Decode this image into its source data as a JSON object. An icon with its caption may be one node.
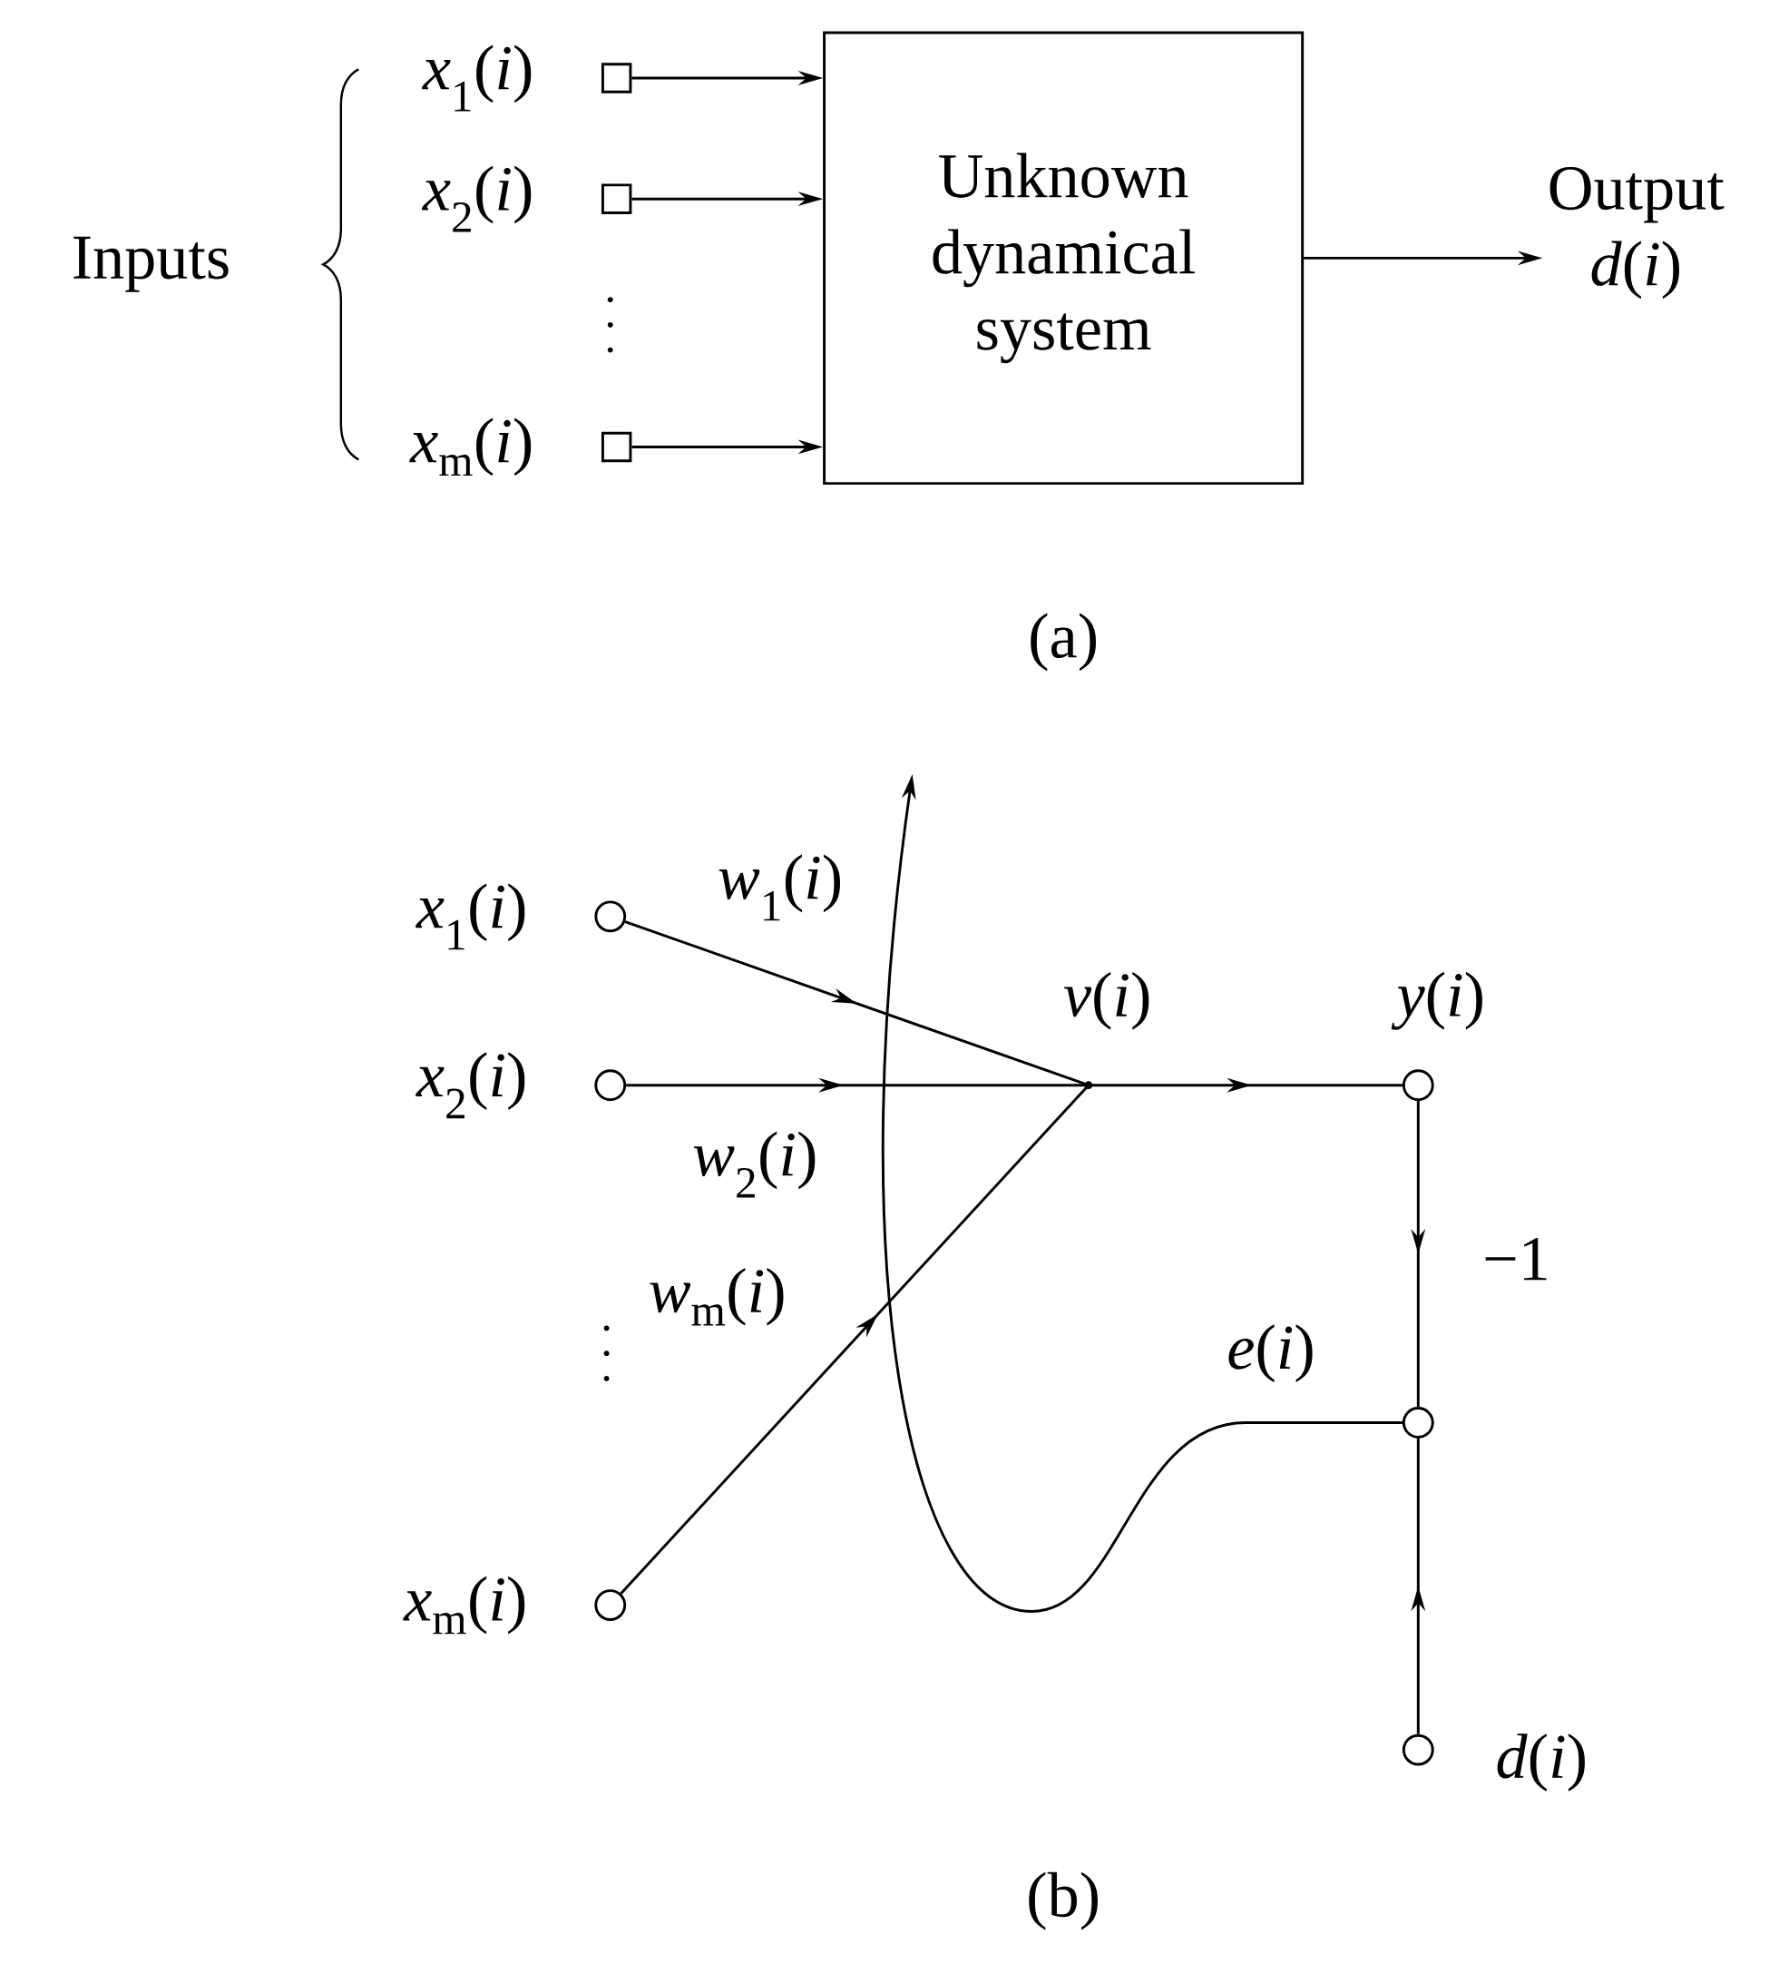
{
  "diagram": {
    "nodes": [
      {
        "text": [
          "Unknown dynamical system"
        ]
      },
      {
        "text": [],
        "shape": "box",
        "beside": [
          "*x*$_{1}$(*i*)"
        ]
      },
      {
        "text": [],
        "shape": "box",
        "beside": [
          "*x*$_{2}$(*i*)"
        ]
      },
      {
        "text": [],
        "shape": "box",
        "beside": [
          "*x*$_{m}$(*i*)"
        ]
      },
      {
        "text": [
          "Output",
          "*d*(*i*)"
        ]
      },
      {
        "text": [],
        "shape": "circle",
        "beside": [
          "*x*$_{1}$(*i*)"
        ]
      },
      {
        "text": [],
        "shape": "circle",
        "beside": [
          "*x*$_{2}$(*i*)"
        ]
      },
      {
        "text": [],
        "shape": "circle",
        "beside": [
          "*x*$_{m}$(*i*)"
        ]
      },
      {
        "text": [],
        "shape": "dot",
        "beside": [
          "*v*(*i*)"
        ]
      },
      {
        "text": [],
        "shape": "circle",
        "beside": [
          "*y*(*i*)"
        ]
      },
      {
        "text": [],
        "shape": "circle",
        "beside": [
          "*e*(*i*)"
        ]
      },
      {
        "text": [],
        "shape": "circle",
        "beside": [
          "*d*(*i*)"
        ]
      }
    ],
    "edges": [
      {
        "from": 1,
        "to": 0,
        "arrow": "to"
      },
      {
        "from": 2,
        "to": 0,
        "arrow": "to"
      },
      {
        "from": 3,
        "to": 0,
        "arrow": "to"
      },
      {
        "from": 0,
        "to": 4,
        "arrow": "to"
      },
      {
        "from": 5,
        "to": 8,
        "arrow": "to",
        "label": "*w*$_{1}$(*i*)"
      },
      {
        "from": 6,
        "to": 8,
        "arrow": "to",
        "label": "*w*$_{2}$(*i*)"
      },
      {
        "from": 7,
        "to": 8,
        "arrow": "to",
        "label": "*w*$_{m}$(*i*)"
      },
      {
        "from": 8,
        "to": 9,
        "arrow": "to"
      },
      {
        "from": 9,
        "to": 10,
        "arrow": "to",
        "label": "−1"
      },
      {
        "from": 11,
        "to": 10,
        "arrow": "to"
      },
      {
        "from": 10,
        "to": null,
        "arrow": "to"
      }
    ],
    "labels": [
      "Inputs",
      "(a)",
      "(b)"
    ]
  }
}
